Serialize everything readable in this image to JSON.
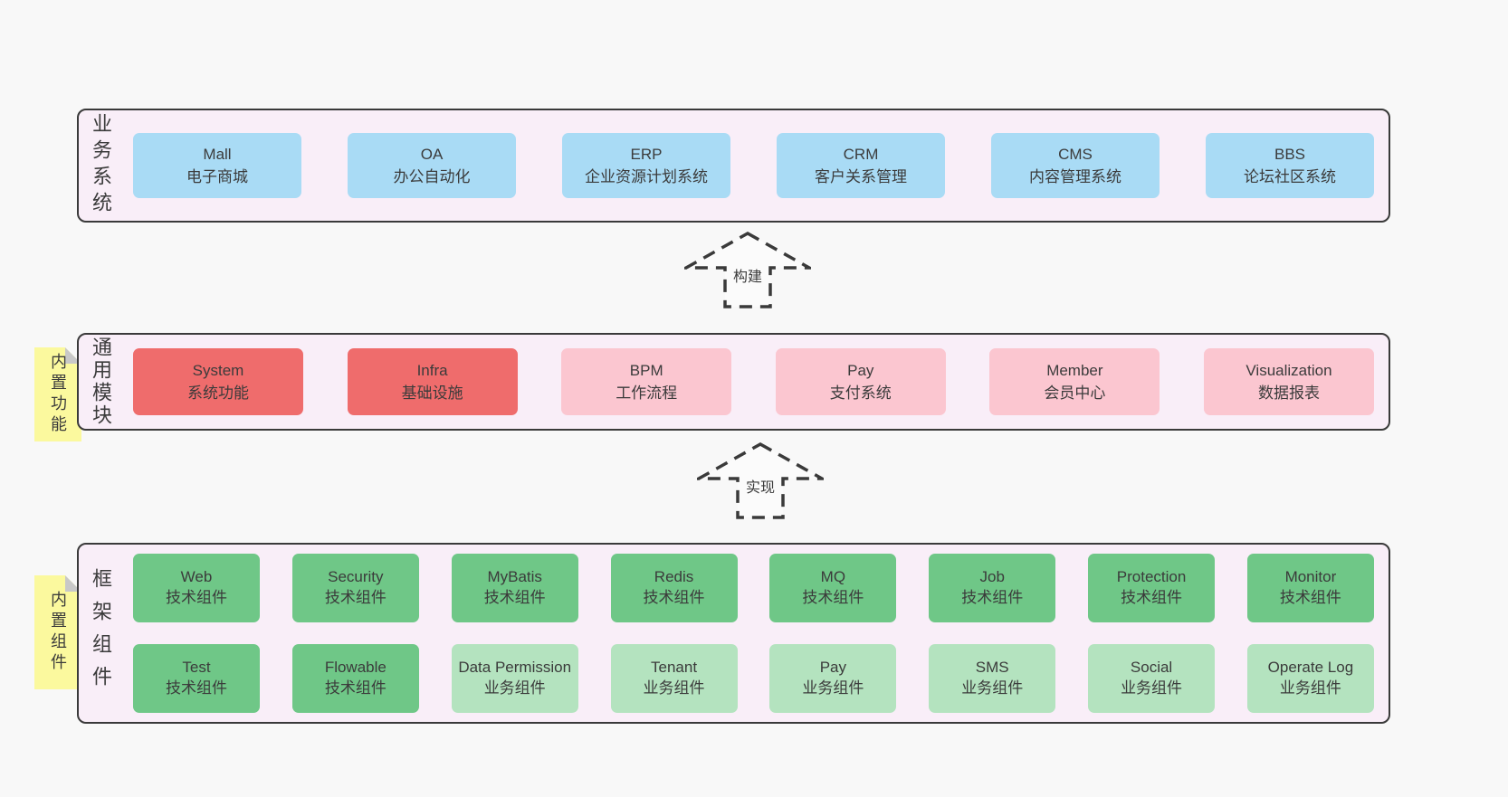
{
  "colors": {
    "page-bg": "#f8f8f8",
    "panel-bg": "#f9eef8",
    "panel-border": "#3a3a3a",
    "box-blue": "#a9dbf5",
    "box-red": "#ef6c6c",
    "box-pink": "#fbc6d0",
    "box-green": "#6fc787",
    "box-green-light": "#b4e3bf",
    "sticky-yellow": "#fbf99e",
    "sticky-fold": "#c8c8c8",
    "text": "#3b3b3b"
  },
  "sections": {
    "business": {
      "label": "业务系统",
      "boxes": [
        {
          "title": "Mall",
          "subtitle": "电子商城",
          "variant": "blue"
        },
        {
          "title": "OA",
          "subtitle": "办公自动化",
          "variant": "blue"
        },
        {
          "title": "ERP",
          "subtitle": "企业资源计划系统",
          "variant": "blue"
        },
        {
          "title": "CRM",
          "subtitle": "客户关系管理",
          "variant": "blue"
        },
        {
          "title": "CMS",
          "subtitle": "内容管理系统",
          "variant": "blue"
        },
        {
          "title": "BBS",
          "subtitle": "论坛社区系统",
          "variant": "blue"
        }
      ]
    },
    "modules": {
      "label": "通用模块",
      "sticky": "内置功能",
      "boxes": [
        {
          "title": "System",
          "subtitle": "系统功能",
          "variant": "red"
        },
        {
          "title": "Infra",
          "subtitle": "基础设施",
          "variant": "red"
        },
        {
          "title": "BPM",
          "subtitle": "工作流程",
          "variant": "pink"
        },
        {
          "title": "Pay",
          "subtitle": "支付系统",
          "variant": "pink"
        },
        {
          "title": "Member",
          "subtitle": "会员中心",
          "variant": "pink"
        },
        {
          "title": "Visualization",
          "subtitle": "数据报表",
          "variant": "pink"
        }
      ]
    },
    "framework": {
      "label": "框架组件",
      "sticky": "内置组件",
      "rows": [
        [
          {
            "title": "Web",
            "subtitle": "技术组件",
            "variant": "green"
          },
          {
            "title": "Security",
            "subtitle": "技术组件",
            "variant": "green"
          },
          {
            "title": "MyBatis",
            "subtitle": "技术组件",
            "variant": "green"
          },
          {
            "title": "Redis",
            "subtitle": "技术组件",
            "variant": "green"
          },
          {
            "title": "MQ",
            "subtitle": "技术组件",
            "variant": "green"
          },
          {
            "title": "Job",
            "subtitle": "技术组件",
            "variant": "green"
          },
          {
            "title": "Protection",
            "subtitle": "技术组件",
            "variant": "green"
          },
          {
            "title": "Monitor",
            "subtitle": "技术组件",
            "variant": "green"
          }
        ],
        [
          {
            "title": "Test",
            "subtitle": "技术组件",
            "variant": "green"
          },
          {
            "title": "Flowable",
            "subtitle": "技术组件",
            "variant": "green"
          },
          {
            "title": "Data Permission",
            "subtitle": "业务组件",
            "variant": "green-light"
          },
          {
            "title": "Tenant",
            "subtitle": "业务组件",
            "variant": "green-light"
          },
          {
            "title": "Pay",
            "subtitle": "业务组件",
            "variant": "green-light"
          },
          {
            "title": "SMS",
            "subtitle": "业务组件",
            "variant": "green-light"
          },
          {
            "title": "Social",
            "subtitle": "业务组件",
            "variant": "green-light"
          },
          {
            "title": "Operate Log",
            "subtitle": "业务组件",
            "variant": "green-light"
          }
        ]
      ]
    }
  },
  "arrows": {
    "build": {
      "label": "构建"
    },
    "implement": {
      "label": "实现"
    }
  }
}
